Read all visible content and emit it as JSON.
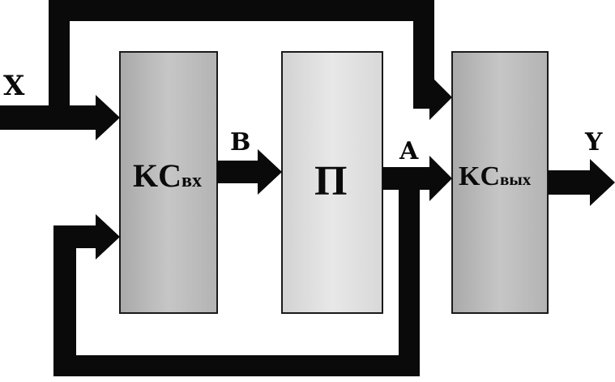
{
  "signals": {
    "x": "X",
    "y": "Y",
    "b": "B",
    "a": "A"
  },
  "blocks": {
    "ks_in": {
      "main": "KC",
      "sub": "вх"
    },
    "memory": {
      "main": "П"
    },
    "ks_out": {
      "main": "KC",
      "sub": "вых"
    }
  },
  "colors": {
    "line": "#0a0a0a",
    "block_gray": "#bdbdbd",
    "block_light": "#e1e1e1",
    "block_border": "#1a1a1a"
  }
}
